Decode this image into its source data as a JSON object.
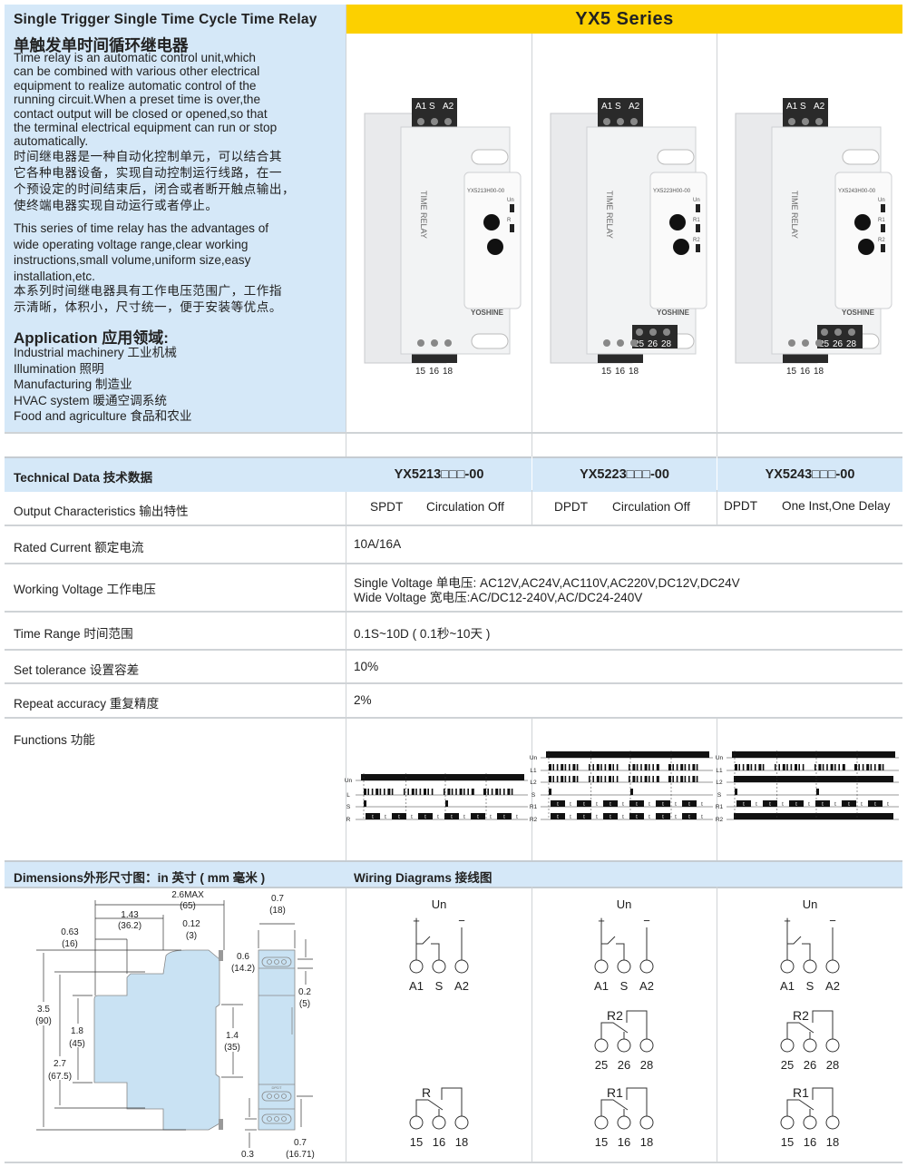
{
  "intro": {
    "title_en": "Single Trigger Single Time Cycle Time Relay",
    "title_cn": "单触发单时间循环继电器",
    "desc_en": "Time relay is an automatic control unit,which\ncan be combined with various other electrical\nequipment to realize automatic control of the\nrunning circuit.When a preset time is over,the\ncontact output will be closed or opened,so that\nthe terminal electrical equipment can run or stop\nautomatically.",
    "desc_cn": "时间继电器是一种自动化控制单元，可以结合其\n它各种电器设备，实现自动控制运行线路，在一\n个预设定的时间结束后，闭合或者断开触点输出，\n使终端电器实现自动运行或者停止。",
    "desc2_en": "This series of time relay has the advantages of\nwide operating voltage range,clear working\ninstructions,small volume,uniform size,easy\ninstallation,etc.",
    "desc2_cn": "本系列时间继电器具有工作电压范围广，工作指\n示清晰，体积小，尺寸统一，便于安装等优点。",
    "application_title": "Application 应用领域:",
    "applications": [
      "Industrial machinery 工业机械",
      "Illumination 照明",
      "Manufacturing 制造业",
      "HVAC system 暖通空调系统",
      "Food and agriculture 食品和农业"
    ]
  },
  "series_title": "YX5 Series",
  "products": [
    {
      "model_label": "YX5213H00-00",
      "top_terminals": [
        "A1",
        "S",
        "A2"
      ],
      "mid_terminals": [],
      "bottom_terminals": [
        "15",
        "16",
        "18"
      ],
      "brand": "YOSHINE",
      "side_text": "TIME RELAY",
      "leds": [
        "Un",
        "R"
      ]
    },
    {
      "model_label": "YX5223H00-00",
      "top_terminals": [
        "A1",
        "S",
        "A2"
      ],
      "mid_terminals": [
        "25",
        "26",
        "28"
      ],
      "bottom_terminals": [
        "15",
        "16",
        "18"
      ],
      "brand": "YOSHINE",
      "side_text": "TIME RELAY",
      "leds": [
        "Un",
        "R1",
        "R2"
      ]
    },
    {
      "model_label": "YX5243H00-00",
      "top_terminals": [
        "A1",
        "S",
        "A2"
      ],
      "mid_terminals": [
        "25",
        "26",
        "28"
      ],
      "bottom_terminals": [
        "15",
        "16",
        "18"
      ],
      "brand": "YOSHINE",
      "side_text": "TIME RELAY",
      "leds": [
        "Un",
        "R1",
        "R2"
      ]
    }
  ],
  "tech": {
    "header": "Technical Data 技术数据",
    "models": [
      "YX5213□□□-00",
      "YX5223□□□-00",
      "YX5243□□□-00"
    ],
    "output": {
      "label": "Output Characteristics 输出特性",
      "values": [
        [
          "SPDT",
          "Circulation Off"
        ],
        [
          "DPDT",
          "Circulation Off"
        ],
        [
          "DPDT",
          "One Inst,One Delay"
        ]
      ]
    },
    "rated_current": {
      "label": "Rated Current 额定电流",
      "value": "10A/16A"
    },
    "working_voltage": {
      "label": "Working Voltage 工作电压",
      "line1": "Single Voltage 单电压: AC12V,AC24V,AC110V,AC220V,DC12V,DC24V",
      "line2": "Wide Voltage 宽电压:AC/DC12-240V,AC/DC24-240V"
    },
    "time_range": {
      "label": "Time Range 时间范围",
      "value": "0.1S~10D ( 0.1秒~10天 )"
    },
    "set_tolerance": {
      "label": "Set tolerance 设置容差",
      "value": "10%"
    },
    "repeat_accuracy": {
      "label": "Repeat accuracy 重复精度",
      "value": "2%"
    },
    "functions": {
      "label": "Functions 功能",
      "marker": "t",
      "diagrams": [
        {
          "rows": [
            "Un",
            "L",
            "S",
            "R"
          ]
        },
        {
          "rows": [
            "Un",
            "L1",
            "L2",
            "S",
            "R1",
            "R2"
          ]
        },
        {
          "rows": [
            "Un",
            "L1",
            "L2",
            "S",
            "R1",
            "R2"
          ]
        }
      ]
    }
  },
  "dimensions": {
    "title": "Dimensions外形尺寸图：in 英寸 ( mm 毫米 )",
    "labels": {
      "w_max": "2.6MAX",
      "w_max_mm": "(65)",
      "d143": "1.43",
      "d143_mm": "(36.2)",
      "d063": "0.63",
      "d063_mm": "(16)",
      "d012": "0.12",
      "d012_mm": "(3)",
      "w07": "0.7",
      "w07_mm": "(18)",
      "d06": "0.6",
      "d06_mm": "(14.2)",
      "d02": "0.2",
      "d02_mm": "(5)",
      "h35": "3.5",
      "h35_mm": "(90)",
      "h18": "1.8",
      "h18_mm": "(45)",
      "h27": "2.7",
      "h27_mm": "(67.5)",
      "h14": "1.4",
      "h14_mm": "(35)",
      "b07": "0.7",
      "b07_mm": "(16.71)",
      "b03": "0.3",
      "side_mark": "DPDT"
    }
  },
  "wiring": {
    "title": "Wiring Diagrams 接线图",
    "supply": {
      "label": "Un",
      "plus": "+",
      "minus": "−",
      "terminals": [
        "A1",
        "S",
        "A2"
      ]
    },
    "columns": [
      {
        "contacts": [
          {
            "label": "R",
            "terminals": [
              "15",
              "16",
              "18"
            ]
          }
        ]
      },
      {
        "contacts": [
          {
            "label": "R2",
            "terminals": [
              "25",
              "26",
              "28"
            ]
          },
          {
            "label": "R1",
            "terminals": [
              "15",
              "16",
              "18"
            ]
          }
        ]
      },
      {
        "contacts": [
          {
            "label": "R2",
            "terminals": [
              "25",
              "26",
              "28"
            ]
          },
          {
            "label": "R1",
            "terminals": [
              "15",
              "16",
              "18"
            ]
          }
        ]
      }
    ]
  }
}
